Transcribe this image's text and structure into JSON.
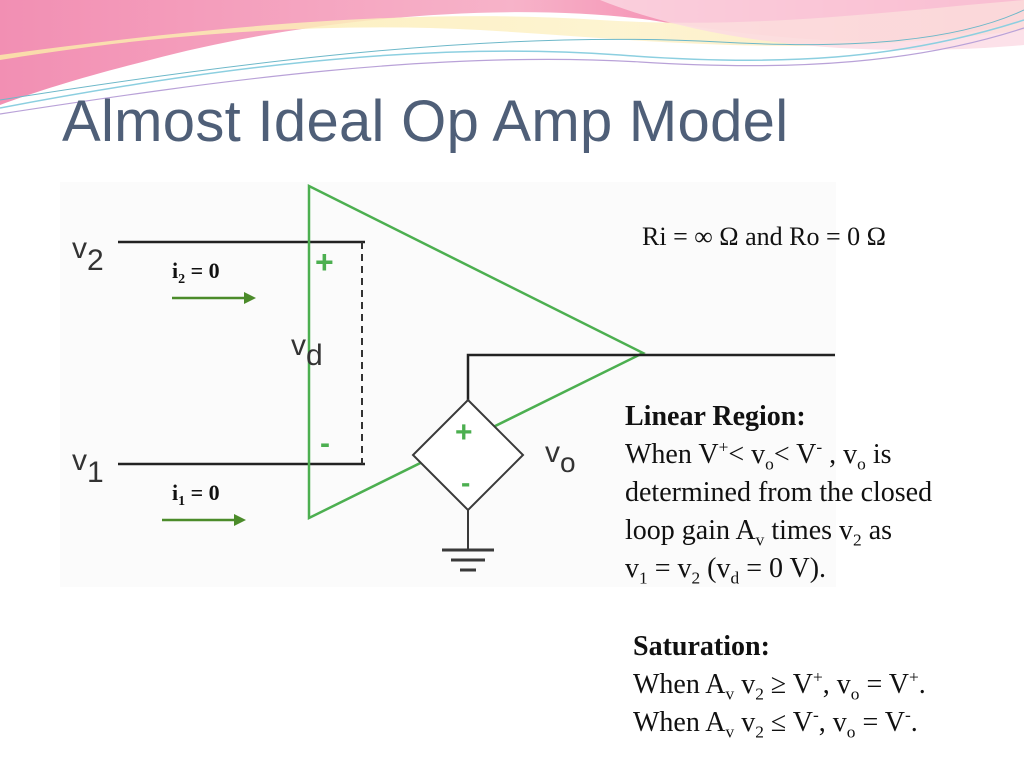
{
  "slide": {
    "title": "Almost Ideal Op Amp Model"
  },
  "diagram": {
    "input_v2": {
      "sym": "v",
      "sub": "2"
    },
    "input_v1": {
      "sym": "v",
      "sub": "1"
    },
    "current_i2": {
      "sym": "i",
      "sub": "2",
      "rest": " = 0"
    },
    "current_i1": {
      "sym": "i",
      "sub": "1",
      "rest": " = 0"
    },
    "plus_terminal": "+",
    "minus_terminal": "-",
    "vd": {
      "sym": "v",
      "sub": "d"
    },
    "source_plus": "+",
    "source_minus": "-",
    "vo": {
      "sym": "v",
      "sub": "o"
    },
    "colors": {
      "amp": "#4caf50",
      "arrow": "#4b8b2a",
      "wire": "#222222",
      "source": "#3a3a3a"
    }
  },
  "resistance_text": "Ri = ∞ Ω and Ro = 0 Ω",
  "linear_region": {
    "heading": "Linear Region:",
    "l1": {
      "a": "When V",
      "a_sup": "+",
      "b": "< v",
      "b_sub": "o",
      "c": "< V",
      "c_sup": "-",
      "d": " , v",
      "d_sub": "o",
      "e": " is"
    },
    "l2": "determined from the closed",
    "l3": {
      "a": "loop gain A",
      "a_sub": "v",
      "b": " times v",
      "b_sub": "2",
      "c": " as"
    },
    "l4": {
      "a": "v",
      "a_sub": "1",
      "b": " = v",
      "b_sub": "2",
      "c": " (v",
      "c_sub": "d",
      "d": " = 0 V)."
    }
  },
  "saturation": {
    "heading": "Saturation:",
    "l1": {
      "a": "When A",
      "a_sub": "v",
      "b": " v",
      "b_sub": "2",
      "c": " ≥ V",
      "c_sup": "+",
      "d": ", v",
      "d_sub": "o",
      "e": " = V",
      "e_sup": "+",
      "f": "."
    },
    "l2": {
      "a": "When A",
      "a_sub": "v",
      "b": " v",
      "b_sub": "2",
      "c": " ≤ V",
      "c_sup": "-",
      "d": ", v",
      "d_sub": "o",
      "e": " = V",
      "e_sup": "-",
      "f": "."
    }
  }
}
